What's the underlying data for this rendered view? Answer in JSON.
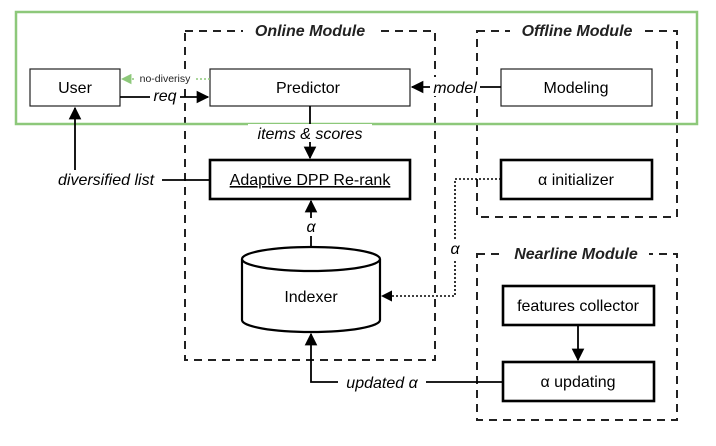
{
  "modules": {
    "online": "Online Module",
    "offline": "Offline Module",
    "nearline": "Nearline Module"
  },
  "nodes": {
    "user": "User",
    "predictor": "Predictor",
    "modeling": "Modeling",
    "rerank": "Adaptive DPP Re-rank",
    "alpha_init": "α initializer",
    "indexer": "Indexer",
    "features": "features collector",
    "alpha_update": "α updating"
  },
  "edges": {
    "no_diversity": "no-diverisy",
    "req": "req",
    "model": "model",
    "items_scores": "items & scores",
    "diversified_list": "diversified list",
    "alpha_up": "α",
    "alpha_side": "α",
    "updated_alpha": "updated α"
  },
  "colors": {
    "highlight": "#8dc87a",
    "no_diversity_arrow": "#8dc87a",
    "lines": "#000000"
  }
}
